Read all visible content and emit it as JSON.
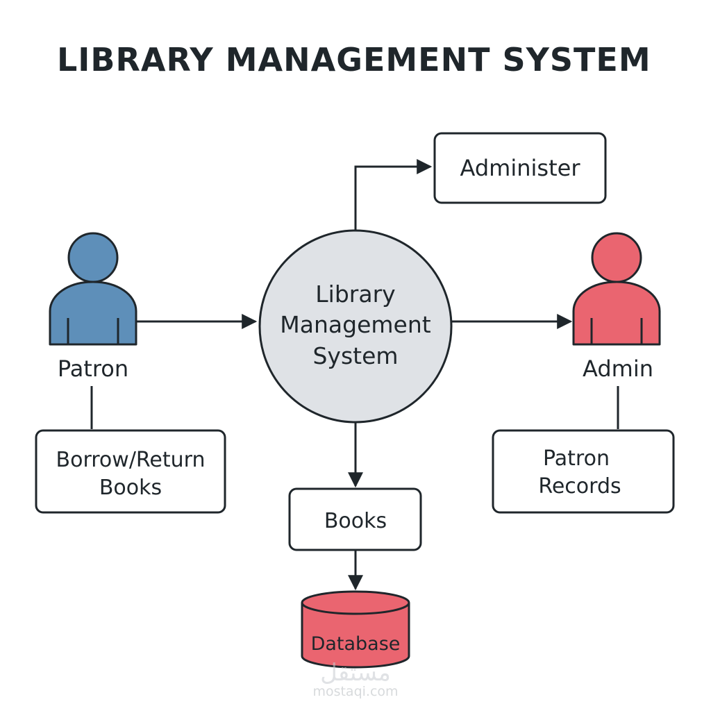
{
  "title": "LIBRARY MANAGEMENT SYSTEM",
  "center": {
    "lines": [
      "Library",
      "Management",
      "System"
    ]
  },
  "actors": {
    "patron": {
      "label": "Patron",
      "color": "#5e8fb9"
    },
    "admin": {
      "label": "Admin",
      "color": "#ea6570"
    }
  },
  "boxes": {
    "administer": {
      "lines": [
        "Administer"
      ]
    },
    "borrow_return": {
      "lines": [
        "Borrow/Return",
        "Books"
      ]
    },
    "books": {
      "lines": [
        "Books"
      ]
    },
    "patron_records": {
      "lines": [
        "Patron",
        "Records"
      ]
    }
  },
  "database": {
    "label": "Database",
    "color": "#ea6570"
  },
  "watermark": {
    "logo_text": "مستقل",
    "caption": "mostaqi.com"
  },
  "colors": {
    "ink": "#1f262b",
    "circle_fill": "#dfe2e6",
    "box_fill": "#ffffff"
  }
}
